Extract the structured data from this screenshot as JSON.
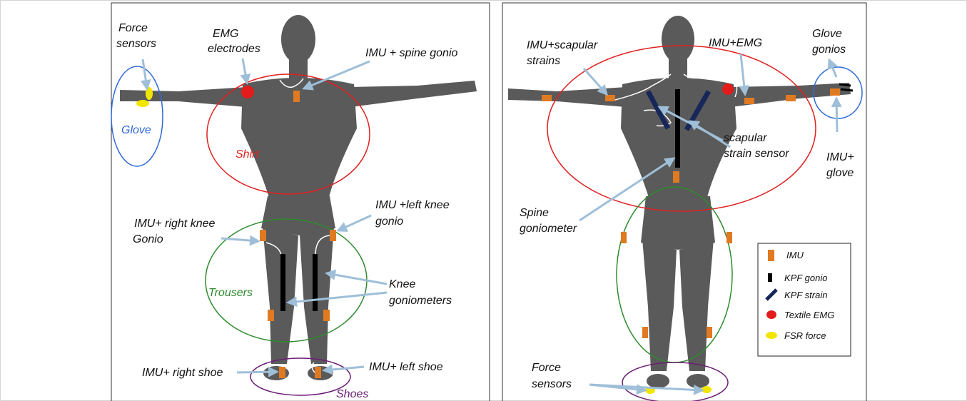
{
  "colors": {
    "body": "#5a5a5a",
    "imu": "#e07a22",
    "kpf_gonio": "#000000",
    "kpf_strain": "#17275a",
    "textile_emg": "#e31b1b",
    "fsr_force": "#f2e600",
    "shirt": "#e02020",
    "glove": "#2f6ad6",
    "trousers": "#2e8b2e",
    "shoes": "#6b1d75",
    "arrow": "#9fbfd8"
  },
  "front_panel": {
    "force_sensors_1": "Force",
    "force_sensors_2": "sensors",
    "emg_1": "EMG",
    "emg_2": "electrodes",
    "imu_spine": "IMU + spine gonio",
    "glove": "Glove",
    "shirt": "Shirt",
    "imu_right_knee_1": "IMU+ right knee",
    "imu_right_knee_2": "Gonio",
    "imu_left_knee_1": "IMU +left knee",
    "imu_left_knee_2": "gonio",
    "trousers": "Trousers",
    "knee_gonio_1": "Knee",
    "knee_gonio_2": "goniometers",
    "imu_right_shoe": "IMU+ right shoe",
    "imu_left_shoe": "IMU+ left shoe",
    "shoes": "Shoes"
  },
  "back_panel": {
    "imu_scapular_1": "IMU+scapular",
    "imu_scapular_2": "strains",
    "imu_emg": "IMU+EMG",
    "glove_gonios_1": "Glove",
    "glove_gonios_2": "gonios",
    "scapular_strain_1": "scapular",
    "scapular_strain_2": "strain sensor",
    "imu_glove_1": "IMU+",
    "imu_glove_2": "glove",
    "spine_gonio_1": "Spine",
    "spine_gonio_2": "goniometer",
    "force_sensors_1": "Force",
    "force_sensors_2": "sensors"
  },
  "legend": {
    "items": [
      {
        "label": "IMU",
        "icon": "imu-icon"
      },
      {
        "label": "KPF gonio",
        "icon": "kpf-gonio-icon"
      },
      {
        "label": "KPF strain",
        "icon": "kpf-strain-icon"
      },
      {
        "label": "Textile EMG",
        "icon": "textile-emg-icon"
      },
      {
        "label": "FSR force",
        "icon": "fsr-force-icon"
      }
    ]
  }
}
